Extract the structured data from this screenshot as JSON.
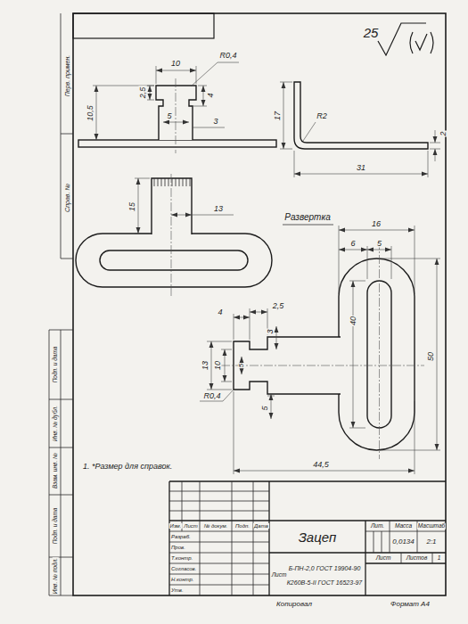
{
  "diagram": {
    "title": "Зацеп",
    "labels": [
      "Перв. примен.",
      "Справ. №",
      "Подп. и дата",
      "Инв. № дубл.",
      "Взам. инв. №",
      "Подп. и дата",
      "Инв. № подл.",
      "25",
      "10",
      "R0,4",
      "2,5",
      "4",
      "5",
      "3",
      "10,5",
      "17",
      "R2",
      "2",
      "31",
      "15",
      "13",
      "Развертка",
      "16",
      "6",
      "5",
      "2,5",
      "4",
      "3",
      "13",
      "10",
      "5",
      "40",
      "50",
      "5",
      "R0,4",
      "44,5",
      "1. *Размер для справок.",
      "Изм.",
      "Лист",
      "№ докум.",
      "Подп.",
      "Дата",
      "Разраб.",
      "Пров.",
      "Т.контр.",
      "Согласов.",
      "Н.контр.",
      "Утв.",
      "Лит.",
      "Масса",
      "Масштаб",
      "0,0134",
      "2:1",
      "Лист",
      "Листов",
      "1",
      "Лист",
      "Б-ПН-2,0 ГОСТ 19904-90",
      "К260В-5-II ГОСТ 16523-97",
      "Копировал",
      "Формат А4"
    ]
  }
}
